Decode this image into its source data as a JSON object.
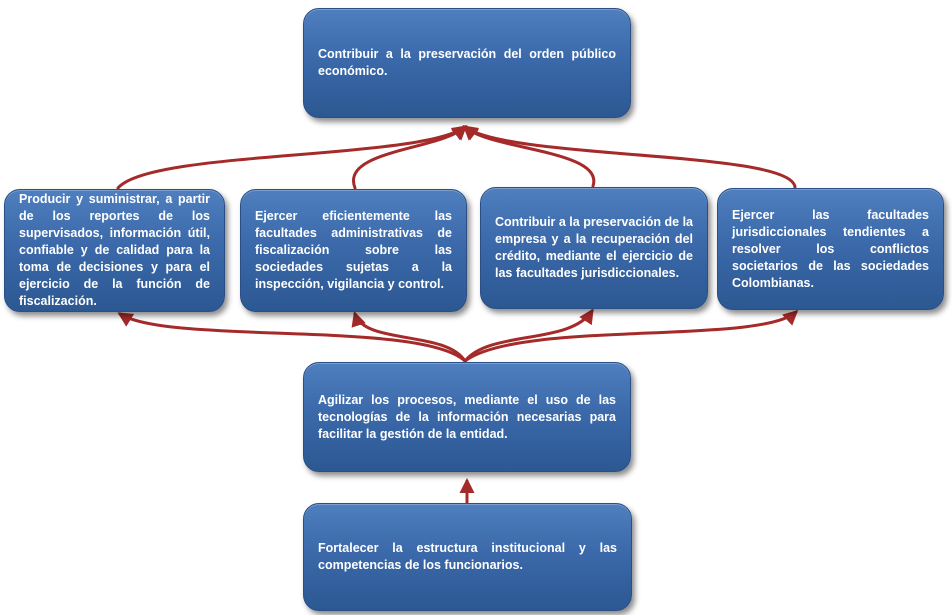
{
  "diagram": {
    "top": "Contribuir a la preservación del orden público económico.",
    "level1": [
      "Producir y suministrar, a partir de los reportes de los supervisados, información útil, confiable y de calidad para la toma de decisiones y para el ejercicio de la función de fiscalización.",
      "Ejercer eficientemente las facultades administrativas de fiscalización sobre las sociedades sujetas a la inspección, vigilancia y control.",
      "Contribuir a la preservación de la empresa y a la recuperación del crédito, mediante el ejercicio de las facultades jurisdiccionales.",
      "Ejercer las facultades jurisdiccionales tendientes a resolver los conflictos societarios de las sociedades Colombianas."
    ],
    "middle": "Agilizar los procesos, mediante el uso de las tecnologías de la información necesarias para facilitar la gestión de la entidad.",
    "bottom": "Fortalecer la estructura institucional y las competencias de los funcionarios."
  },
  "colors": {
    "box_fill": "#3b69aa",
    "arrow": "#a52a2a"
  }
}
